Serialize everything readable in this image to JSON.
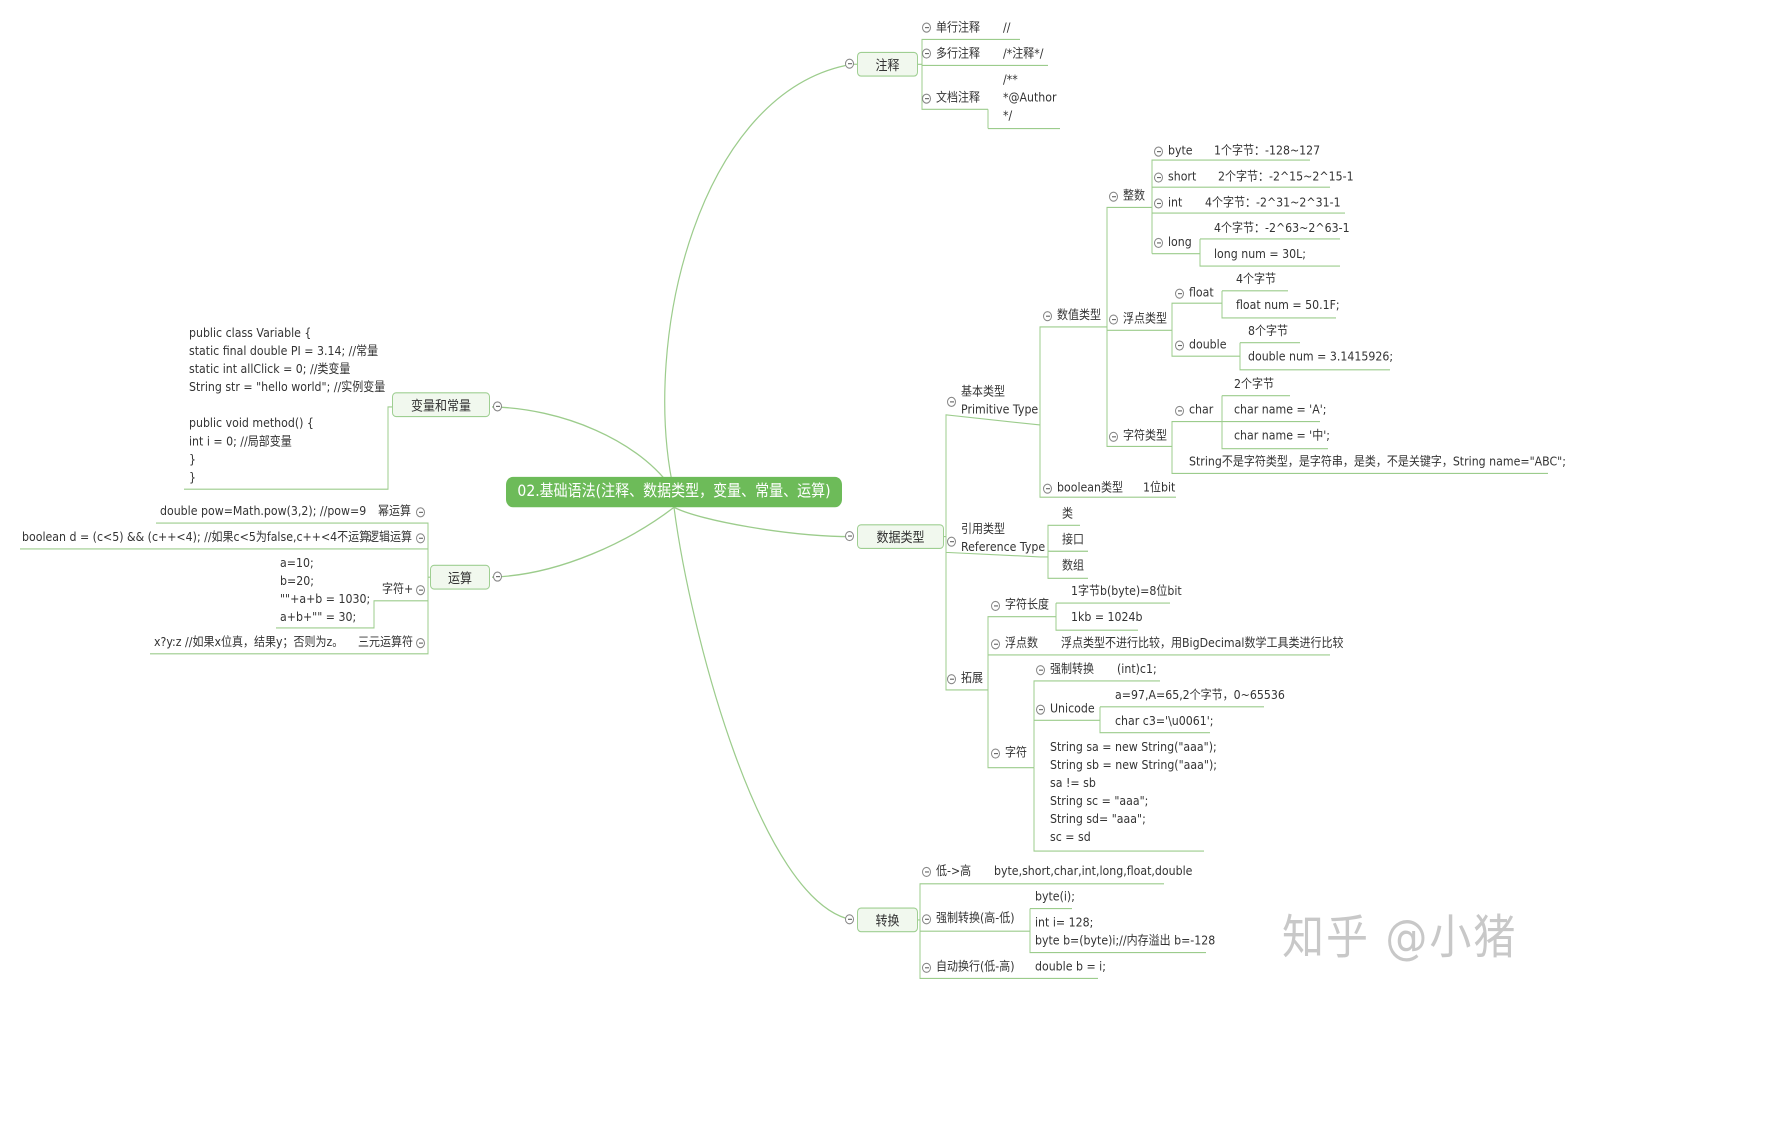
{
  "root": "02.基础语法(注释、数据类型，变量、常量、运算)",
  "branches": {
    "comments": {
      "label": "注释",
      "items": [
        {
          "label": "单行注释",
          "value": "//"
        },
        {
          "label": "多行注释",
          "value": "/*注释*/"
        },
        {
          "label": "文档注释",
          "value_lines": [
            "/**",
            "*@Author",
            "*/"
          ]
        }
      ]
    },
    "datatypes": {
      "label": "数据类型",
      "primitive": {
        "label_lines": [
          "基本类型",
          "Primitive Type"
        ],
        "numeric": {
          "label": "数值类型",
          "integer": {
            "label": "整数",
            "items": [
              {
                "name": "byte",
                "desc": "1个字节：-128~127"
              },
              {
                "name": "short",
                "desc": "2个字节：-2^15~2^15-1"
              },
              {
                "name": "int",
                "desc": "4个字节：-2^31~2^31-1"
              },
              {
                "name": "long",
                "desc": "4个字节：-2^63~2^63-1",
                "example": "long num = 30L;"
              }
            ]
          },
          "float": {
            "label": "浮点类型",
            "items": [
              {
                "name": "float",
                "desc": "4个字节",
                "example": "float num = 50.1F;"
              },
              {
                "name": "double",
                "desc": "8个字节",
                "example": "double num = 3.1415926;"
              }
            ]
          },
          "char": {
            "label": "字符类型",
            "name": "char",
            "desc": "2个字节",
            "examples": [
              "char name = 'A';",
              "char name = '中';"
            ],
            "note": "String不是字符类型，是字符串，是类，不是关键字，String name=\"ABC\";"
          }
        },
        "boolean": {
          "label": "boolean类型",
          "desc": "1位bit"
        }
      },
      "reference": {
        "label_lines": [
          "引用类型",
          "Reference Type"
        ],
        "items": [
          "类",
          "接口",
          "数组"
        ]
      },
      "extension": {
        "label": "拓展",
        "charlen": {
          "label": "字符长度",
          "items": [
            "1字节b(byte)=8位bit",
            "1kb = 1024b"
          ]
        },
        "floatnum": {
          "label": "浮点数",
          "desc": "浮点类型不进行比较，用BigDecimal数学工具类进行比较"
        },
        "chars": {
          "label": "字符",
          "cast": {
            "label": "强制转换",
            "value": "(int)c1;"
          },
          "unicode": {
            "label": "Unicode",
            "items": [
              "a=97,A=65,2个字节，0~65536",
              "char c3='\\u0061';"
            ]
          },
          "strings": [
            "String sa = new String(\"aaa\");",
            "String sb = new String(\"aaa\");",
            "sa != sb",
            "String sc = \"aaa\";",
            "String sd= \"aaa\";",
            "sc = sd"
          ]
        }
      }
    },
    "conversion": {
      "label": "转换",
      "low_high": {
        "label": "低->高",
        "value": "byte,short,char,int,long,float,double"
      },
      "forced": {
        "label": "强制转换(高-低)",
        "items": [
          "byte(i);"
        ],
        "code_lines": [
          "int i= 128;",
          "byte b=(byte)i;//内存溢出 b=-128"
        ]
      },
      "auto": {
        "label": "自动换行(低-高)",
        "value": "double b = i;"
      }
    },
    "variables": {
      "label": "变量和常量",
      "code": [
        "public class Variable {",
        "static final double PI = 3.14; //常量",
        "static int allClick = 0; //类变量",
        "String str = \"hello world\"; //实例变量",
        "",
        "public void method() {",
        "int i = 0; //局部变量",
        "}",
        "}"
      ]
    },
    "operations": {
      "label": "运算",
      "power": {
        "label": "幂运算",
        "value": "double pow=Math.pow(3,2); //pow=9"
      },
      "logic": {
        "label": "逻辑运算",
        "value": "boolean d = (c<5) && (c++<4); //如果c<5为false,c++<4不运算"
      },
      "strplus": {
        "label": "字符+",
        "lines": [
          "a=10;",
          "b=20;",
          "\"\"+a+b = 1030;",
          "a+b+\"\" = 30;"
        ]
      },
      "ternary": {
        "label": "三元运算符",
        "value": "x?y:z //如果x位真，结果y；否则为z。"
      }
    }
  },
  "watermark": "知乎 @小猪"
}
